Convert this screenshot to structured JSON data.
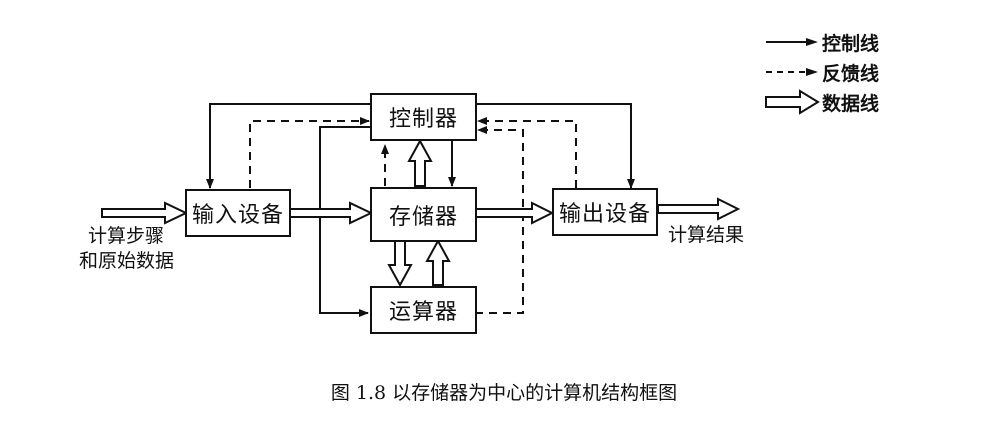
{
  "blocks": {
    "input": "输入设备",
    "controller": "控制器",
    "memory": "存储器",
    "alu": "运算器",
    "output": "输出设备"
  },
  "labels": {
    "input_source_line1": "计算步骤",
    "input_source_line2": "和原始数据",
    "output_result": "计算结果"
  },
  "legend": [
    {
      "style": "solid",
      "label": "控制线"
    },
    {
      "style": "dashed",
      "label": "反馈线"
    },
    {
      "style": "hollow",
      "label": "数据线"
    }
  ],
  "caption": "图 1.8   以存储器为中心的计算机结构框图"
}
